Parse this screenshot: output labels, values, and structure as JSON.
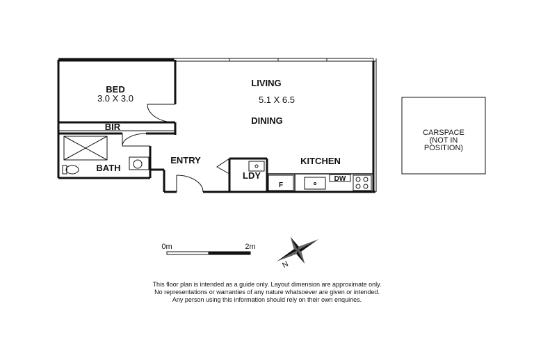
{
  "rooms": {
    "bed": "BED",
    "bed_dim": "3.0 X 3.0",
    "bir": "BIR",
    "bath": "BATH",
    "living": "LIVING",
    "living_dim": "5.1 X 6.5",
    "dining": "DINING",
    "entry": "ENTRY",
    "kitchen": "KITCHEN",
    "laundry": "LDY",
    "fridge": "F",
    "dishwasher": "DW"
  },
  "carspace": {
    "line1": "CARSPACE",
    "line2": "(NOT IN",
    "line3": "POSITION)"
  },
  "scale": {
    "start": "0m",
    "end": "2m"
  },
  "compass": {
    "north": "N"
  },
  "disclaimer": {
    "line1": "This floor plan is intended as a guide only. Layout dimension are approximate only.",
    "line2": "No representations or warranties of any nature whatsoever are given or intended.",
    "line3": "Any person using this information should rely on their own enquiries."
  }
}
